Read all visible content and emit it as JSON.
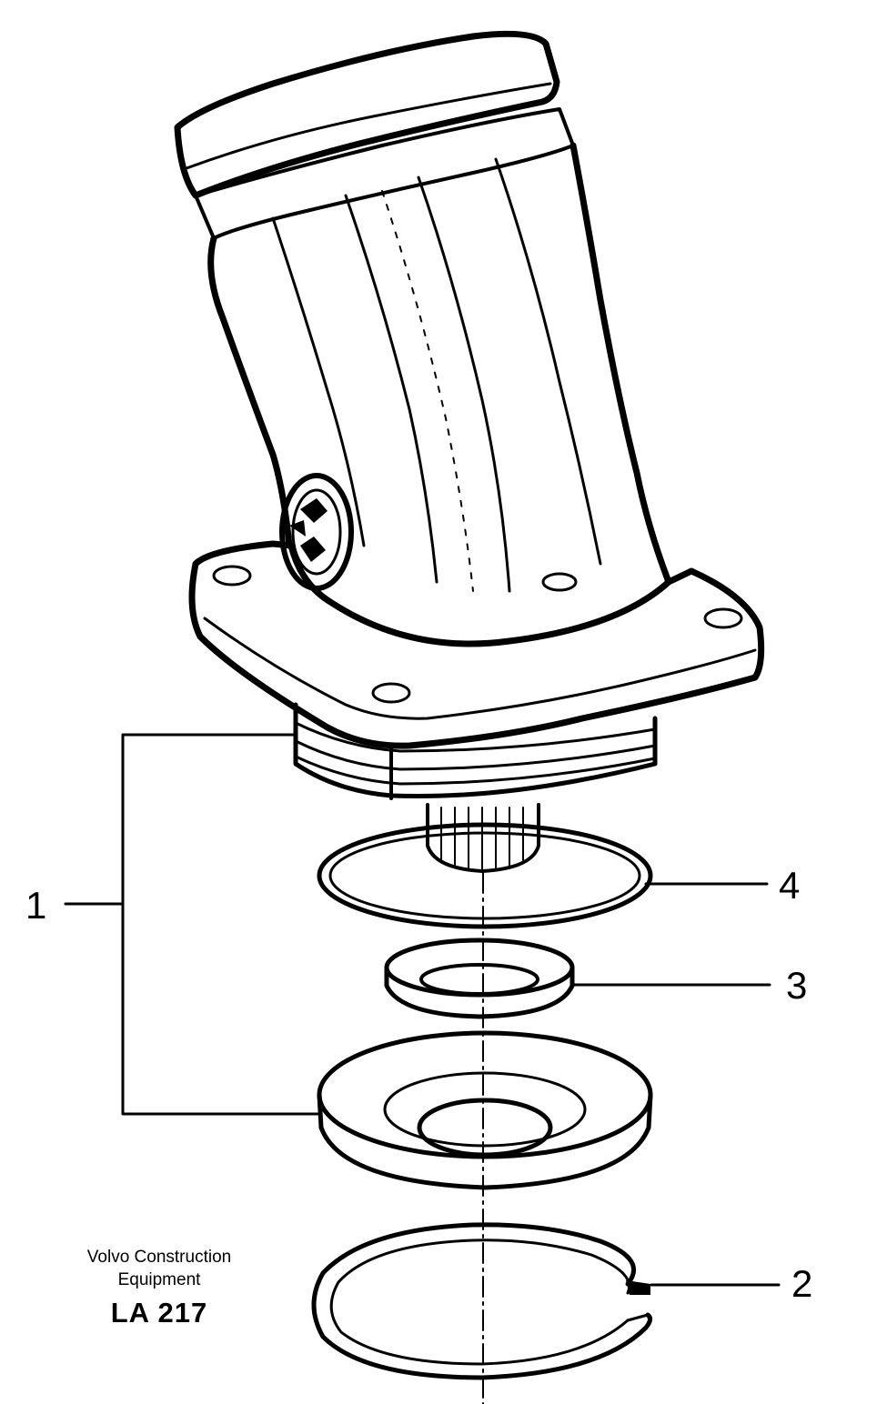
{
  "callouts": {
    "part1": "1",
    "part2": "2",
    "part3": "3",
    "part4": "4"
  },
  "caption": {
    "line1": "Volvo Construction",
    "line2": "Equipment",
    "code": "LA 217"
  }
}
